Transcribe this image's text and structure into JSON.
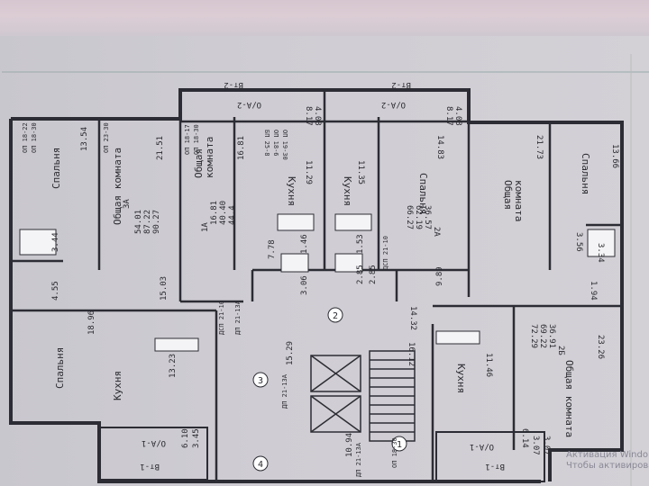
{
  "axes": {
    "top_left": "Вт-2",
    "top_right": "Вт-2",
    "oa_top_left": "О/А-2",
    "oa_top_right": "О/А-2",
    "bottom_left": "Вт-1",
    "bottom_right": "Вт-1",
    "oa_bottom_left": "О/А-1",
    "oa_bottom_right": "О/А-1"
  },
  "apartments": {
    "a3": {
      "label": "3А",
      "areas": [
        "54.01",
        "87.22",
        "90.27"
      ]
    },
    "a1": {
      "label": "1А",
      "areas": [
        "16.81",
        "40.40",
        "44.4"
      ]
    },
    "a2": {
      "label": "2А",
      "areas": [
        "36.57",
        "62.19",
        "66.27"
      ]
    },
    "b2": {
      "label": "2Б",
      "areas": [
        "36.91",
        "69.22",
        "72.29"
      ]
    }
  },
  "rooms": {
    "bedroom": "Спальня",
    "living": "Общая комната",
    "living_1": "Общая",
    "living_2": "комната",
    "kitchen": "Кухня"
  },
  "areas": {
    "r1": "13.54",
    "r2": "21.51",
    "r3": "16.81",
    "r4": "11.29",
    "r5": "11.35",
    "r6": "14.83",
    "r7": "21.73",
    "r8": "13.66",
    "r9": "3.44",
    "r10": "4.55",
    "r11": "15.03",
    "r12": "18.96",
    "r13": "13.23",
    "r14": "7.78",
    "r15": "1.46",
    "r16": "1.53",
    "r17": "3.06",
    "r18": "2.85",
    "r19": "9.89",
    "r20": "3.56",
    "r21": "3.34",
    "r22": "1.94",
    "r23": "23.26",
    "r24": "11.46",
    "r25": "16.12",
    "r26": "15.29",
    "r27": "14.32",
    "r28": "10.94",
    "r29": "6.10",
    "r30": "3.45",
    "r31": "6.14",
    "r32": "3.07",
    "r33": "8.17",
    "r34": "4.08",
    "r35": "8.17",
    "r36": "4.08",
    "r37": "2.85",
    "r38": "3.07"
  },
  "notes": {
    "n1": "ОП 18-22",
    "n2": "ОП 18-30",
    "n3": "ОП 23-30",
    "n4": "ОП 18-17",
    "n5": "ОП 18-30",
    "n6": "БП 25-8",
    "n7": "ОП 18-6",
    "n8": "ОП 19-30",
    "n9": "ДП 21-13А",
    "n10": "ДСП 21-10",
    "n11": "ДСП 21-10",
    "n12": "ДП 21-13А",
    "n13": "ОП 18-30",
    "n14": "ДП 21-13А"
  },
  "circles": {
    "c1": "1",
    "c2": "2",
    "c3": "3",
    "c4": "4"
  },
  "watermark": {
    "line1": "Активация Windo",
    "line2": "Чтобы активировать"
  }
}
